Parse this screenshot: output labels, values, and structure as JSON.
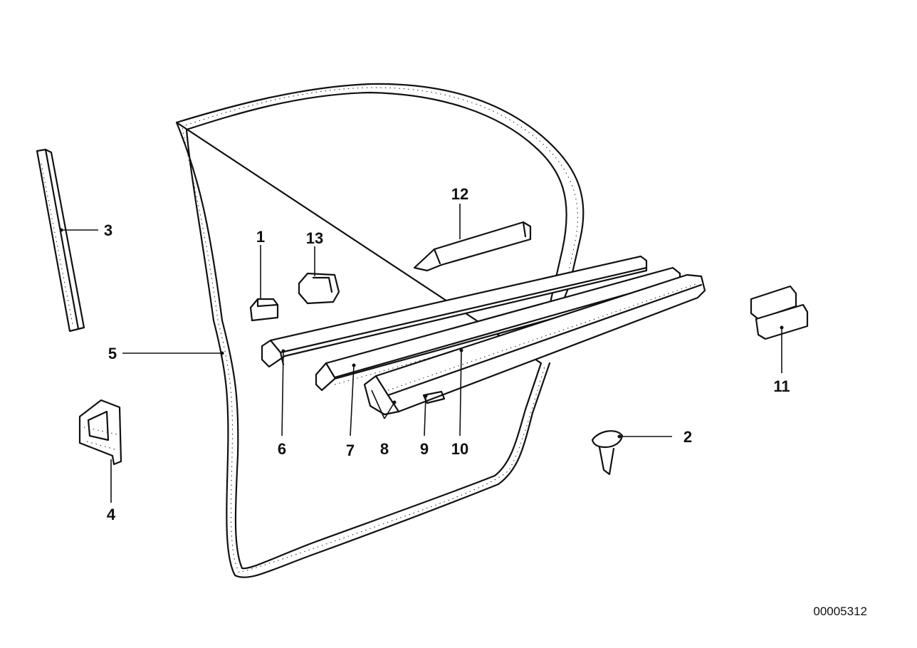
{
  "diagram": {
    "callouts": [
      {
        "id": "1",
        "text": "1"
      },
      {
        "id": "2",
        "text": "2"
      },
      {
        "id": "3",
        "text": "3"
      },
      {
        "id": "4",
        "text": "4"
      },
      {
        "id": "5",
        "text": "5"
      },
      {
        "id": "6",
        "text": "6"
      },
      {
        "id": "7",
        "text": "7"
      },
      {
        "id": "8",
        "text": "8"
      },
      {
        "id": "9",
        "text": "9"
      },
      {
        "id": "10",
        "text": "10"
      },
      {
        "id": "11",
        "text": "11"
      },
      {
        "id": "12",
        "text": "12"
      },
      {
        "id": "13",
        "text": "13"
      }
    ],
    "diagram_id": "00005312"
  }
}
